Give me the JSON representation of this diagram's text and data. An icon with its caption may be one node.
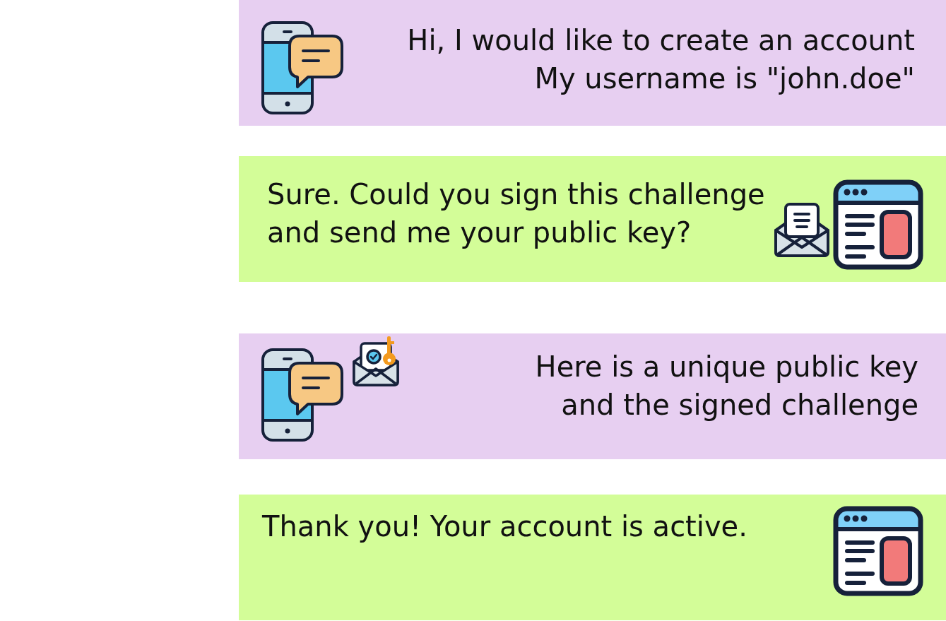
{
  "diagram": {
    "nodes": [
      {
        "text": [
          "Hi, I would like to create an account My username is \"john.doe\""
        ]
      },
      {
        "text": [
          "Sure. Could you sign this challenge and send me your public key?"
        ]
      },
      {
        "text": [
          "Here is a unique public key and the signed challenge"
        ]
      },
      {
        "text": [
          "Thank you! Your account is active."
        ]
      }
    ]
  }
}
